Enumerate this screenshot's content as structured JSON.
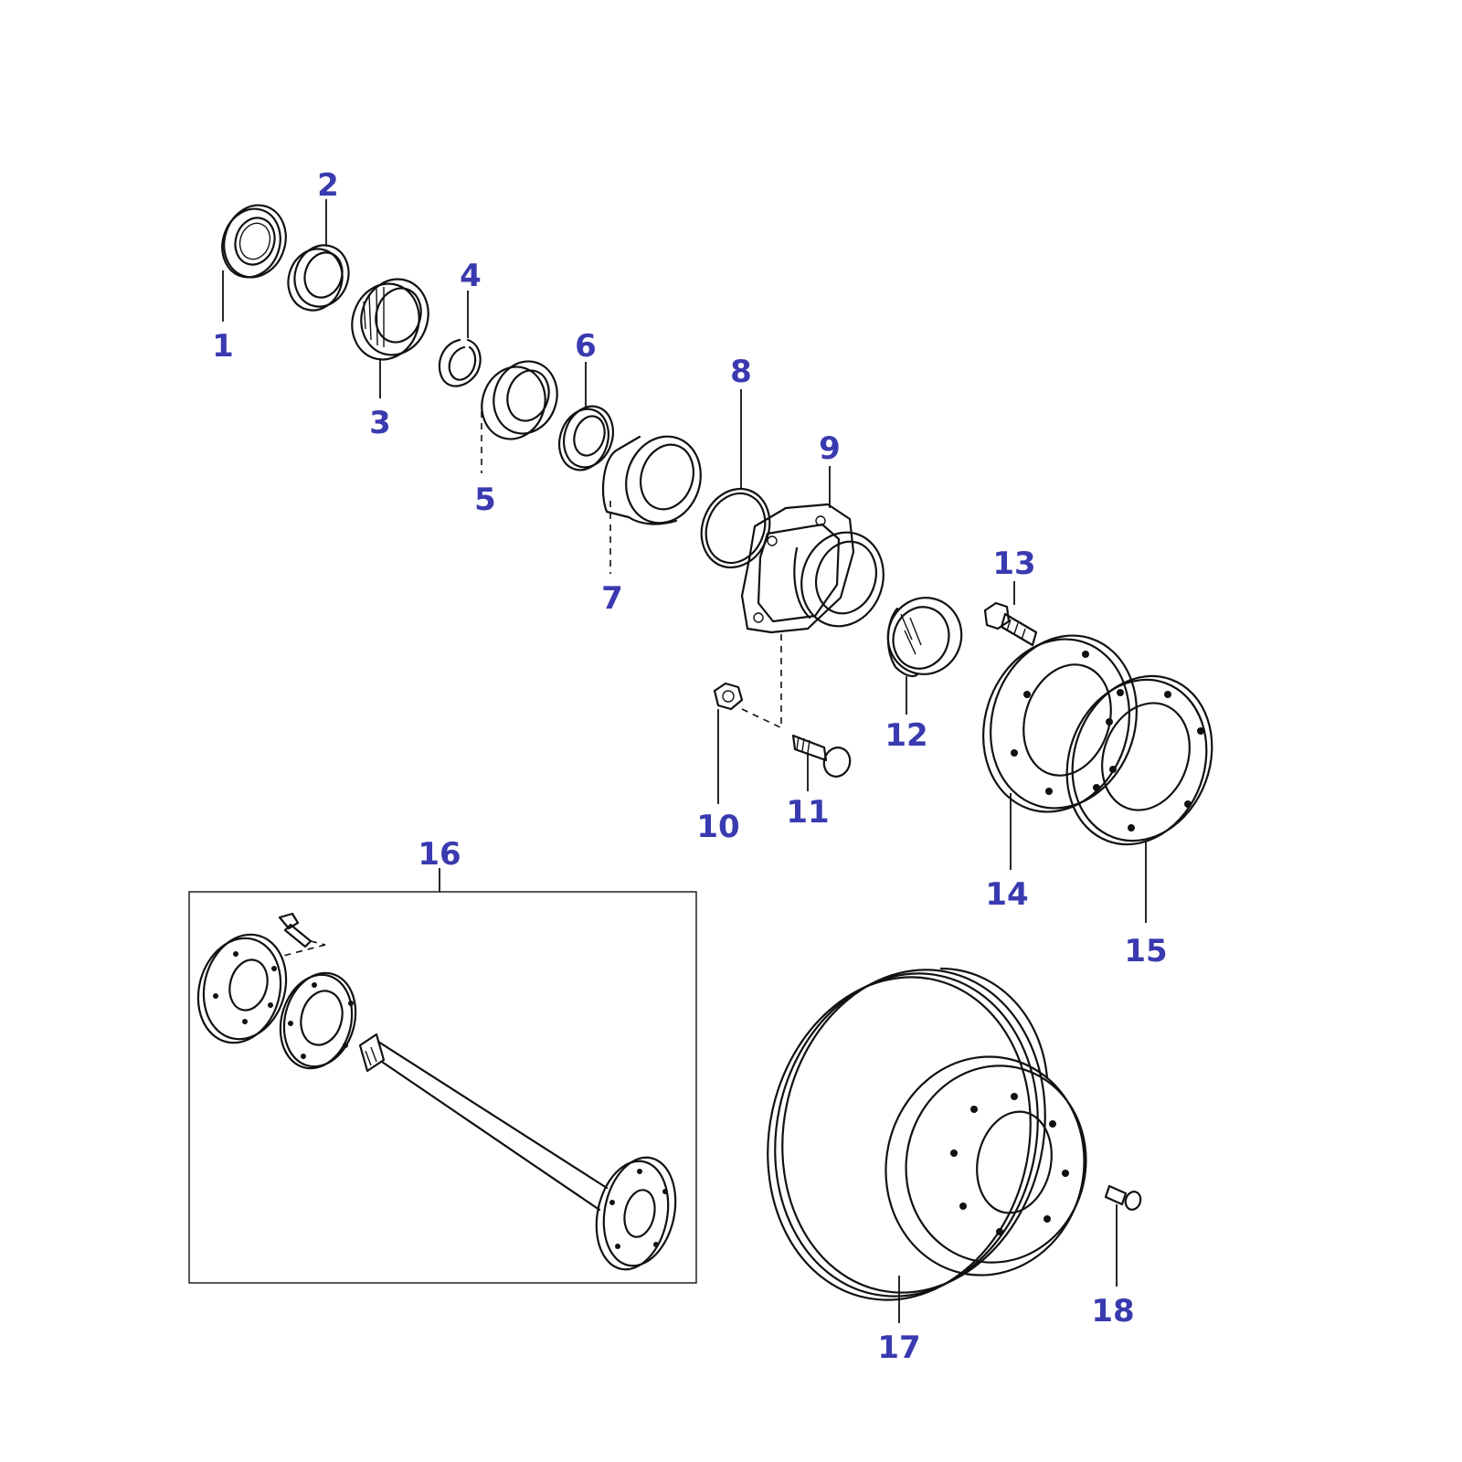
{
  "callouts": [
    {
      "id": "1",
      "label": "1"
    },
    {
      "id": "2",
      "label": "2"
    },
    {
      "id": "3",
      "label": "3"
    },
    {
      "id": "4",
      "label": "4"
    },
    {
      "id": "5",
      "label": "5"
    },
    {
      "id": "6",
      "label": "6"
    },
    {
      "id": "7",
      "label": "7"
    },
    {
      "id": "8",
      "label": "8"
    },
    {
      "id": "9",
      "label": "9"
    },
    {
      "id": "10",
      "label": "10"
    },
    {
      "id": "11",
      "label": "11"
    },
    {
      "id": "12",
      "label": "12"
    },
    {
      "id": "13",
      "label": "13"
    },
    {
      "id": "14",
      "label": "14"
    },
    {
      "id": "15",
      "label": "15"
    },
    {
      "id": "16",
      "label": "16"
    },
    {
      "id": "17",
      "label": "17"
    },
    {
      "id": "18",
      "label": "18"
    }
  ],
  "colors": {
    "callout_text": "#3a3ab0",
    "line_art": "#111111",
    "background": "#ffffff"
  }
}
